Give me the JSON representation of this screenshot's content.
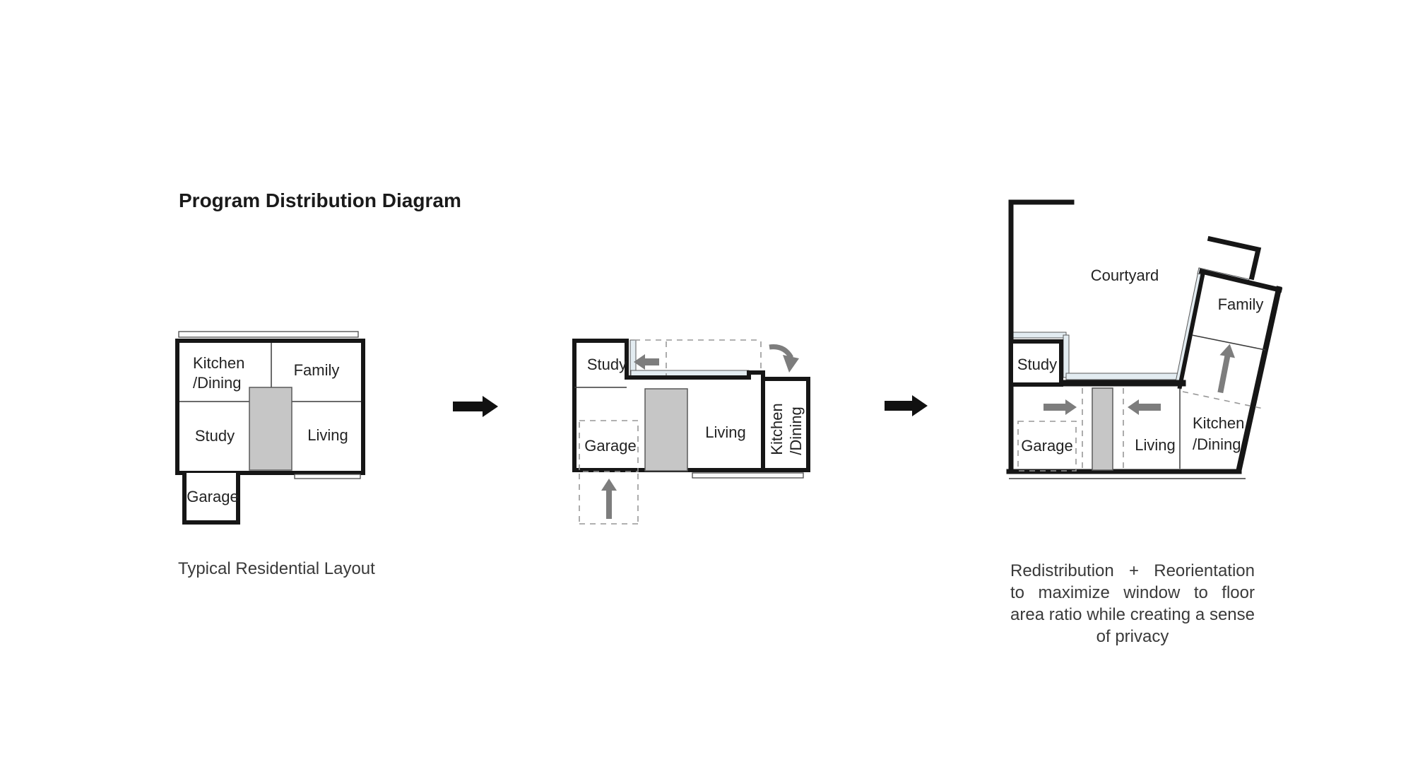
{
  "title": "Program Distribution Diagram",
  "plans": {
    "typical": {
      "caption": "Typical Residential Layout",
      "rooms": {
        "kitchen_dining": [
          "Kitchen",
          "/Dining"
        ],
        "family": "Family",
        "study": "Study",
        "living": "Living",
        "garage": "Garage"
      }
    },
    "intermediate": {
      "rooms": {
        "study": "Study",
        "garage": "Garage",
        "living": "Living",
        "kitchen_dining": [
          "Kitchen",
          "/Dining"
        ]
      }
    },
    "final": {
      "caption_lines": [
        "Redistribution + Reorientation",
        "to maximize window to floor",
        "area ratio while creating a sense",
        "of privacy"
      ],
      "rooms": {
        "courtyard": "Courtyard",
        "study": "Study",
        "garage": "Garage",
        "living": "Living",
        "kitchen_dining": [
          "Kitchen",
          "/Dining"
        ],
        "family": "Family"
      }
    }
  },
  "icons": {
    "flow_arrow": "black-right-arrow",
    "move_arrow": "gray-straight-arrow",
    "rotate_arrow": "gray-curved-arrow"
  },
  "colors": {
    "wall": "#161616",
    "core": "#c6c6c6",
    "window_band": "#e3ecf1",
    "move_arrow": "#7d7d7d",
    "flow_arrow": "#111111",
    "dashed": "#979797",
    "text": "#232323"
  }
}
